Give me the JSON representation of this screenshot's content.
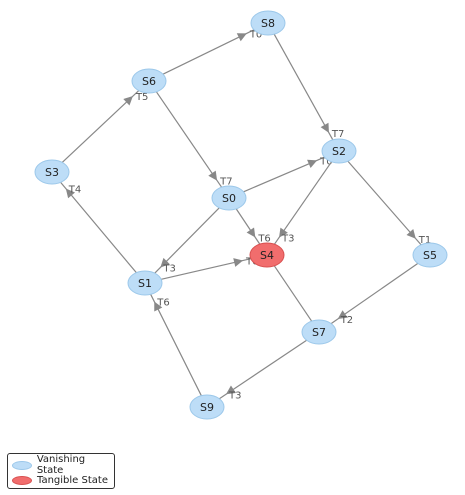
{
  "colors": {
    "vanishing_fill": "#bdddf7",
    "vanishing_stroke": "#9cc8ea",
    "tangible_fill": "#f16d6d",
    "tangible_stroke": "#d85050",
    "edge": "#888888"
  },
  "nodes": [
    {
      "id": "S8",
      "label": "S8",
      "type": "vanishing"
    },
    {
      "id": "S6",
      "label": "S6",
      "type": "vanishing"
    },
    {
      "id": "S3",
      "label": "S3",
      "type": "vanishing"
    },
    {
      "id": "S2",
      "label": "S2",
      "type": "vanishing"
    },
    {
      "id": "S0",
      "label": "S0",
      "type": "vanishing"
    },
    {
      "id": "S4",
      "label": "S4",
      "type": "tangible"
    },
    {
      "id": "S5",
      "label": "S5",
      "type": "vanishing"
    },
    {
      "id": "S1",
      "label": "S1",
      "type": "vanishing"
    },
    {
      "id": "S7",
      "label": "S7",
      "type": "vanishing"
    },
    {
      "id": "S9",
      "label": "S9",
      "type": "vanishing"
    }
  ],
  "edges": [
    {
      "from": "S6",
      "to": "S8",
      "label": "T0",
      "arrow": true
    },
    {
      "from": "S8",
      "to": "S2",
      "label": "T7",
      "arrow": true
    },
    {
      "from": "S3",
      "to": "S6",
      "label": "T5",
      "arrow": true
    },
    {
      "from": "S6",
      "to": "S0",
      "label": "T7",
      "arrow": true
    },
    {
      "from": "S0",
      "to": "S2",
      "label": "T0",
      "arrow": true
    },
    {
      "from": "S2",
      "to": "S4",
      "label": "T3",
      "arrow": true
    },
    {
      "from": "S2",
      "to": "S5",
      "label": "T1",
      "arrow": true
    },
    {
      "from": "S0",
      "to": "S4",
      "label": "T6",
      "arrow": true
    },
    {
      "from": "S0",
      "to": "S1",
      "label": "T3",
      "arrow": true
    },
    {
      "from": "S1",
      "to": "S3",
      "label": "T4",
      "arrow": true
    },
    {
      "from": "S1",
      "to": "S4",
      "label": "T0",
      "arrow": true
    },
    {
      "from": "S5",
      "to": "S7",
      "label": "T2",
      "arrow": true
    },
    {
      "from": "S4",
      "to": "S7",
      "label": "",
      "arrow": false
    },
    {
      "from": "S7",
      "to": "S9",
      "label": "T3",
      "arrow": true
    },
    {
      "from": "S9",
      "to": "S1",
      "label": "T6",
      "arrow": true
    }
  ],
  "legend": {
    "vanishing_label": "Vanishing State",
    "tangible_label": "Tangible State"
  }
}
